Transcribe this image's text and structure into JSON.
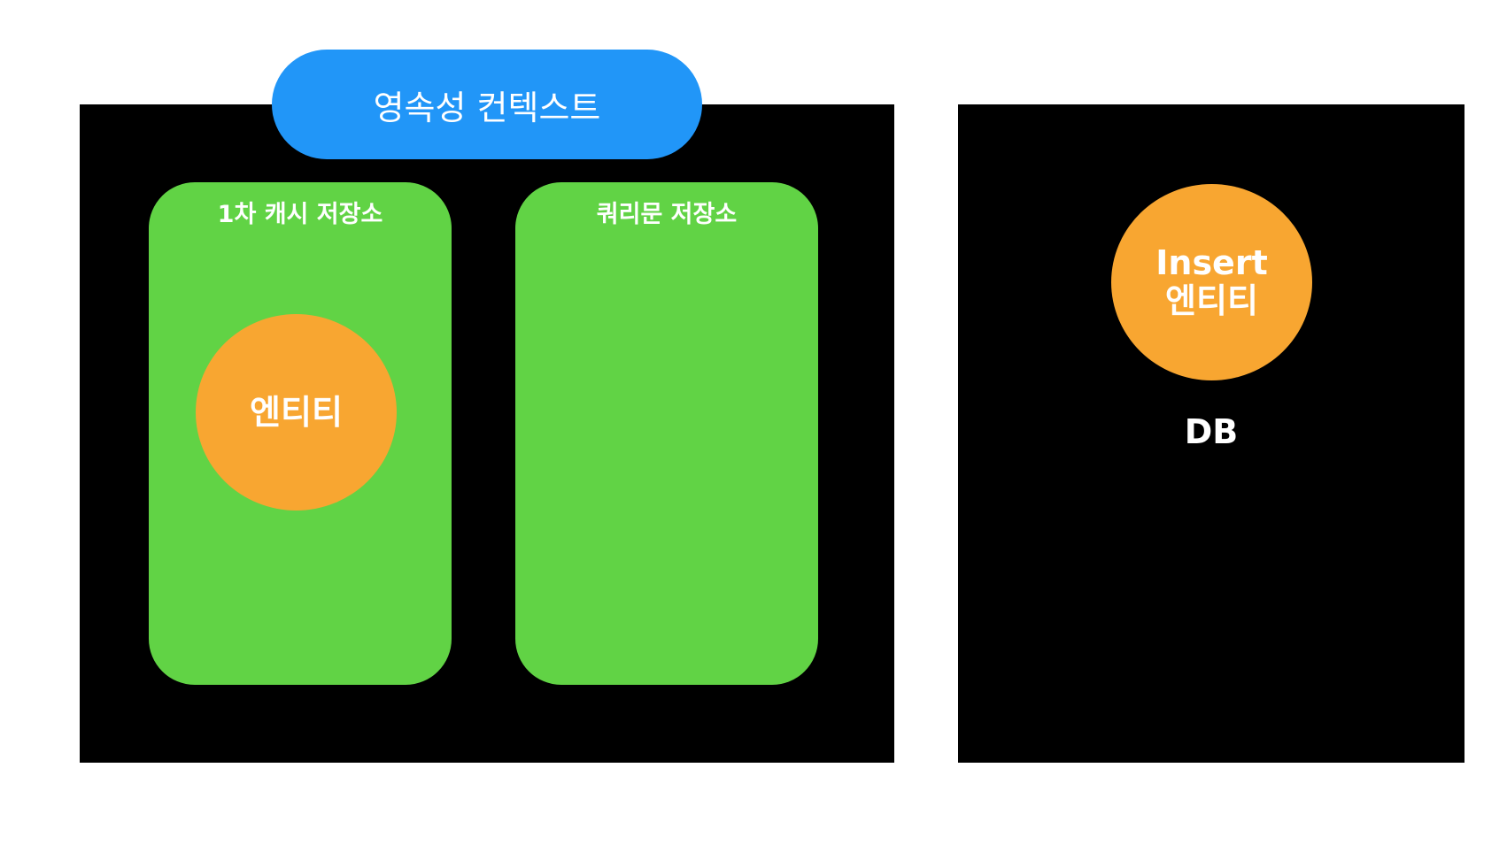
{
  "persistence_context": {
    "title": "영속성 컨텍스트",
    "color": "#2196F8"
  },
  "stores": [
    {
      "label": "1차 캐시 저장소",
      "color": "#61D345"
    },
    {
      "label": "쿼리문 저장소",
      "color": "#61D345"
    }
  ],
  "cache_entity": {
    "label": "엔티티",
    "color": "#F8A631"
  },
  "db": {
    "label": "DB",
    "entity_line1": "Insert",
    "entity_line2": "엔티티"
  }
}
